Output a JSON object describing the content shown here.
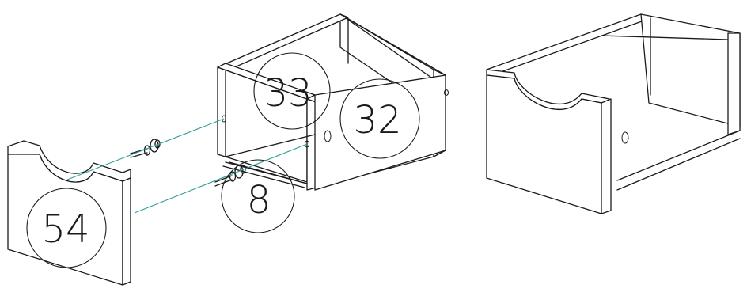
{
  "callouts": [
    {
      "label": "54",
      "part": "front-panel"
    },
    {
      "label": "33",
      "part": "drawer-box-back-corner"
    },
    {
      "label": "32",
      "part": "drawer-box-side"
    },
    {
      "label": "8",
      "part": "cam-dowel-fitting"
    }
  ],
  "colors": {
    "line": "#1a1a1a",
    "guide": "#2f9f9a",
    "background": "#ffffff"
  }
}
